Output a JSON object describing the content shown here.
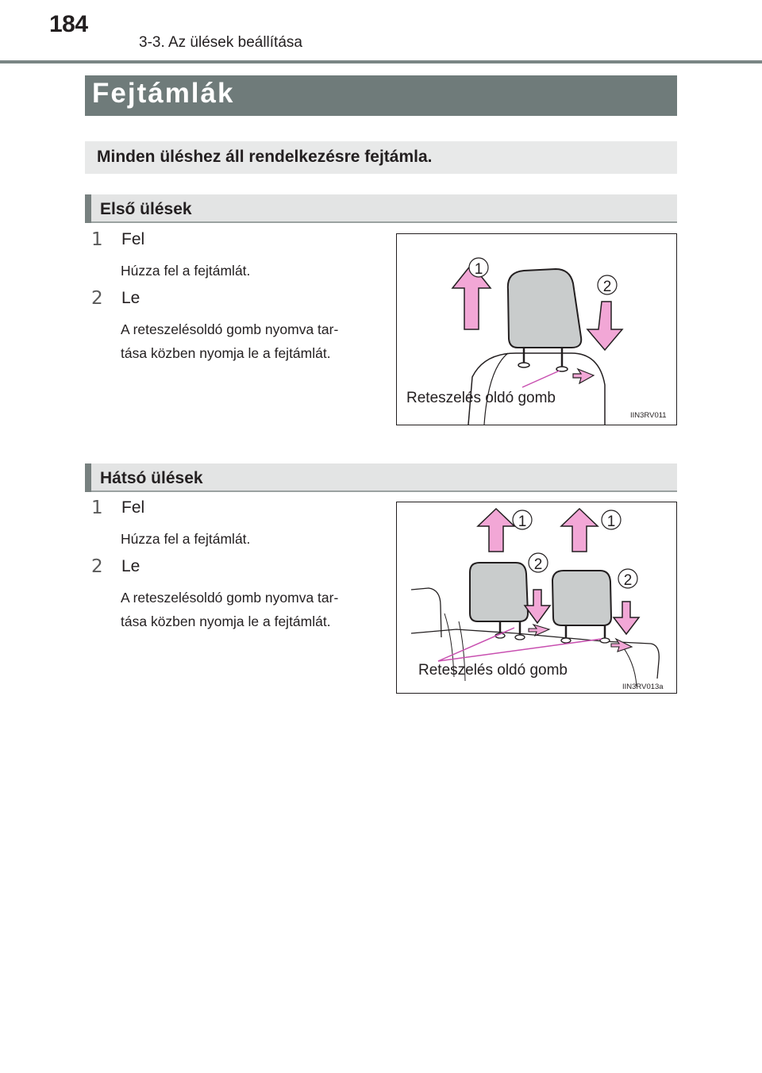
{
  "header": {
    "page_number": "184",
    "chapter": "3-3. Az ülések beállítása"
  },
  "title": "Fejtámlák",
  "intro": "Minden üléshez áll rendelkezésre fejtámla.",
  "sections": [
    {
      "heading": "Első ülések",
      "steps": [
        {
          "num": "1",
          "label": "Fel",
          "text": "Húzza fel a fejtámlát."
        },
        {
          "num": "2",
          "label": "Le",
          "lines": [
            "A reteszelésoldó gomb nyomva tar-",
            "tása közben nyomja le a fejtámlát."
          ]
        }
      ],
      "figure": {
        "label": "Reteszelés oldó gomb",
        "code": "IIN3RV011",
        "markers": [
          "1",
          "2"
        ]
      }
    },
    {
      "heading": "Hátsó ülések",
      "steps": [
        {
          "num": "1",
          "label": "Fel",
          "text": "Húzza fel a fejtámlát."
        },
        {
          "num": "2",
          "label": "Le",
          "lines": [
            "A reteszelésoldó gomb nyomva tar-",
            "tása közben nyomja le a fejtámlát."
          ]
        }
      ],
      "figure": {
        "label": "Reteszelés oldó gomb",
        "code": "IIN3RV013a",
        "markers": [
          "1",
          "1",
          "2",
          "2"
        ]
      }
    }
  ],
  "colors": {
    "title_bar": "#6f7b7a",
    "arrow_fill": "#f2a7d6",
    "headrest_fill": "#c9cccc"
  }
}
